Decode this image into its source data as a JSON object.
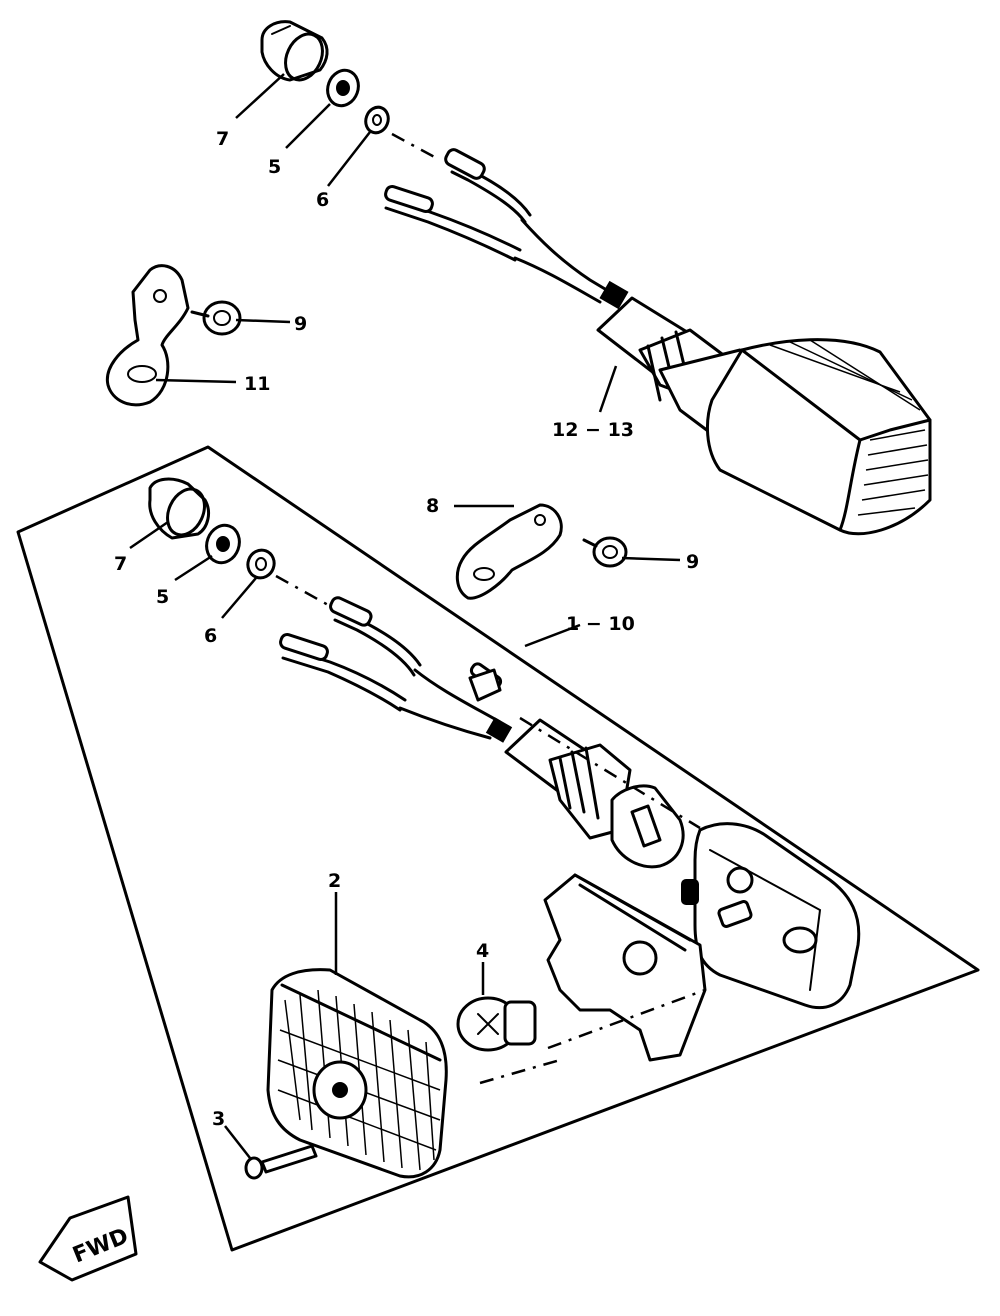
{
  "diagram": {
    "callouts": {
      "upper_cap": "7",
      "upper_nut": "5",
      "upper_washer": "6",
      "upper_bolt": "9",
      "upper_bracket": "11",
      "rear_signal_assy": "12 − 13",
      "lower_cap": "7",
      "lower_nut": "5",
      "lower_washer": "6",
      "lower_bracket": "8",
      "lower_bolt": "9",
      "front_signal_assy": "1 − 10",
      "lens": "2",
      "screw": "3",
      "bulb": "4"
    },
    "fwd_mark": "FWD"
  }
}
